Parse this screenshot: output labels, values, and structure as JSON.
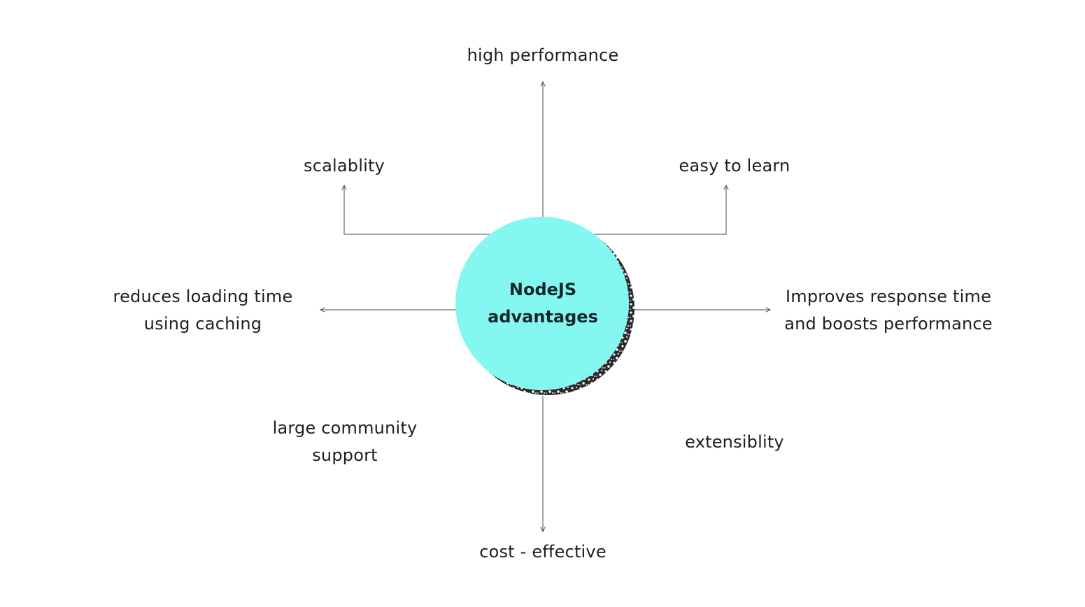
{
  "center": {
    "title_line1": "NodeJS",
    "title_line2": "advantages"
  },
  "advantages": {
    "high_performance": "high performance",
    "scalability": "scalablity",
    "easy_to_learn": "easy to learn",
    "reduces_loading_line1": "reduces loading time",
    "reduces_loading_line2": "using caching",
    "improves_response_line1": "Improves response time",
    "improves_response_line2": "and boosts performance",
    "community_line1": "large community",
    "community_line2": "support",
    "extensibility": "extensiblity",
    "cost_effective": "cost - effective"
  },
  "colors": {
    "circle_fill": "#84f8f0",
    "line": "#4a4a4a",
    "text": "#1e1e1e"
  }
}
